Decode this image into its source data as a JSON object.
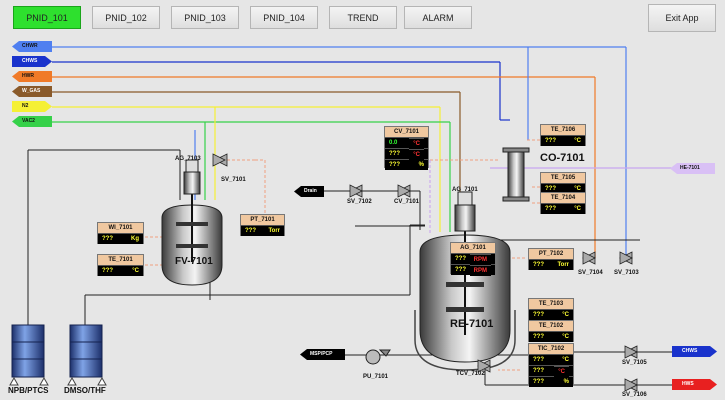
{
  "nav": {
    "tabs": [
      {
        "label": "PNID_101",
        "active": true
      },
      {
        "label": "PNID_102",
        "active": false
      },
      {
        "label": "PNID_103",
        "active": false
      },
      {
        "label": "PNID_104",
        "active": false
      },
      {
        "label": "TREND",
        "active": false
      },
      {
        "label": "ALARM",
        "active": false
      }
    ],
    "exit_label": "Exit App"
  },
  "utilities": [
    {
      "label": "CHWR",
      "color": "#4f7ff0"
    },
    {
      "label": "CHWS",
      "color": "#1a33cc"
    },
    {
      "label": "HWR",
      "color": "#f07a28"
    },
    {
      "label": "W_GAS",
      "color": "#8a5a2a"
    },
    {
      "label": "N2",
      "color": "#f5f035"
    },
    {
      "label": "VAC2",
      "color": "#36d14a"
    }
  ],
  "outlets": {
    "he": "HE-7101",
    "drain": "Drain",
    "msp": "MSP/PCP",
    "chws": "CHWS",
    "hws": "HWS"
  },
  "equipment": {
    "fv": "FV-7101",
    "re": "RE-7101",
    "co": "CO-7101",
    "ag_7103": "AG_7103",
    "ag_7101": "AG_7101",
    "drum1": "NPB/PTCS",
    "drum2": "DMSO/THF"
  },
  "valves": {
    "sv_7101": "SV_7101",
    "sv_7102": "SV_7102",
    "cv_7101": "CV_7101",
    "sv_7104": "SV_7104",
    "sv_7103": "SV_7103",
    "sv_7105": "SV_7105",
    "sv_7106": "SV_7106",
    "tcv_7102": "TCV_7102",
    "pu_7101": "PU_7101"
  },
  "instruments": {
    "wi_7101": {
      "title": "WI_7101",
      "value": "???",
      "unit": "Kg"
    },
    "te_7101": {
      "title": "TE_7101",
      "value": "???",
      "unit": "°C"
    },
    "pt_7101": {
      "title": "PT_7101",
      "value": "???",
      "unit": "Torr"
    },
    "cv_7101": {
      "title": "CV_7101",
      "r1v": "0.0",
      "r1u": "°C",
      "r2v": "???",
      "r2u": "°C",
      "r3v": "???",
      "r3u": "%"
    },
    "te_7106": {
      "title": "TE_7106",
      "value": "???",
      "unit": "°C"
    },
    "te_7105": {
      "title": "TE_7105",
      "value": "???",
      "unit": "°C"
    },
    "te_7104": {
      "title": "TE_7104",
      "value": "???",
      "unit": "°C"
    },
    "ag_7101": {
      "title": "AG_7101",
      "r1v": "???",
      "r1u": "RPM",
      "r2v": "???",
      "r2u": "RPM"
    },
    "pt_7102": {
      "title": "PT_7102",
      "value": "???",
      "unit": "Torr"
    },
    "te_7103": {
      "title": "TE_7103",
      "value": "???",
      "unit": "°C"
    },
    "te_7102": {
      "title": "TE_7102",
      "value": "???",
      "unit": "°C"
    },
    "tic_7102": {
      "title": "TIC_7102",
      "r1v": "???",
      "r1u": "°C",
      "r2v": "???",
      "r2u": "°C",
      "r3v": "???",
      "r3u": "%"
    }
  }
}
